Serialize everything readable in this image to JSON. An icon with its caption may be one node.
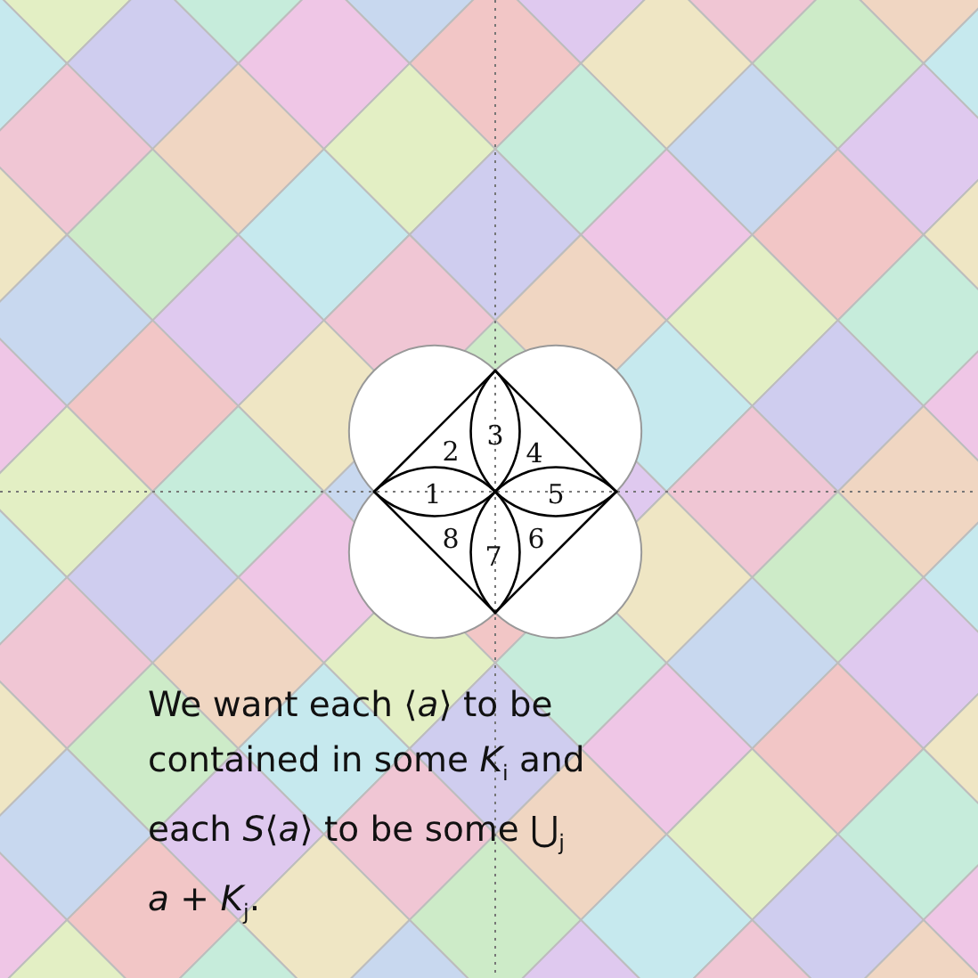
{
  "diagram": {
    "labels": [
      "3",
      "2",
      "4",
      "1",
      "5",
      "8",
      "6",
      "7",
      "We want each ⟨*a*⟩ to be contained in some *K*$_{i}$ and each *S*⟨*a*⟩ to be some ⋃$_{j}$ *a* + *K*$_{j}$."
    ]
  }
}
